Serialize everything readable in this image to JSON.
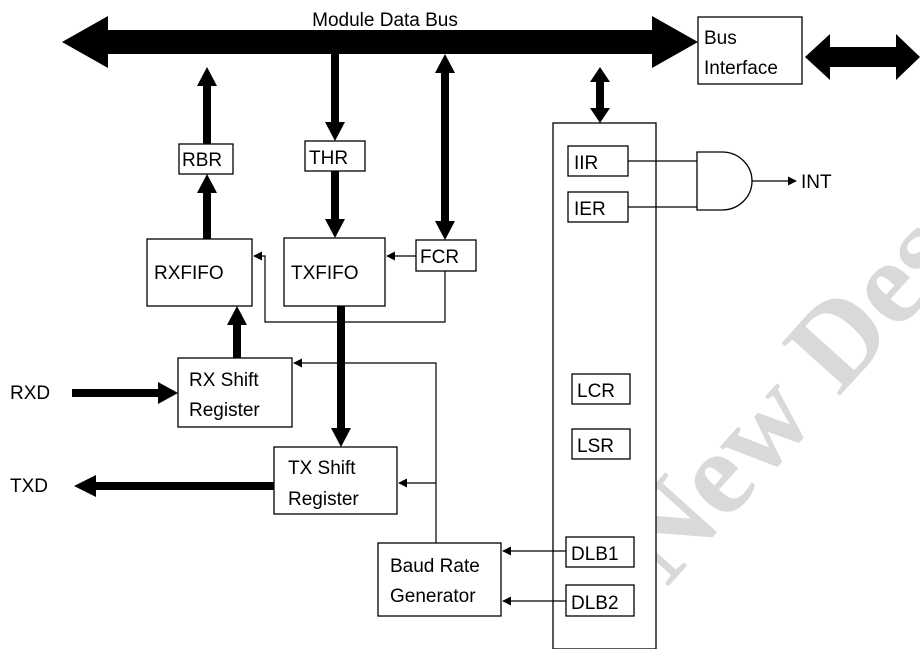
{
  "bus": {
    "title": "Module Data Bus"
  },
  "bus_interface": {
    "line1": "Bus",
    "line2": "Interface"
  },
  "registers": {
    "rbr": "RBR",
    "thr": "THR",
    "fcr": "FCR",
    "rxfifo": "RXFIFO",
    "txfifo": "TXFIFO",
    "iir": "IIR",
    "ier": "IER",
    "lcr": "LCR",
    "lsr": "LSR",
    "dlb1": "DLB1",
    "dlb2": "DLB2"
  },
  "rx_shift": {
    "line1": "RX Shift",
    "line2": "Register"
  },
  "tx_shift": {
    "line1": "TX Shift",
    "line2": "Register"
  },
  "baud": {
    "line1": "Baud Rate",
    "line2": "Generator"
  },
  "signals": {
    "int": "INT",
    "rxd": "RXD",
    "txd": "TXD"
  },
  "watermark": "t New Des"
}
